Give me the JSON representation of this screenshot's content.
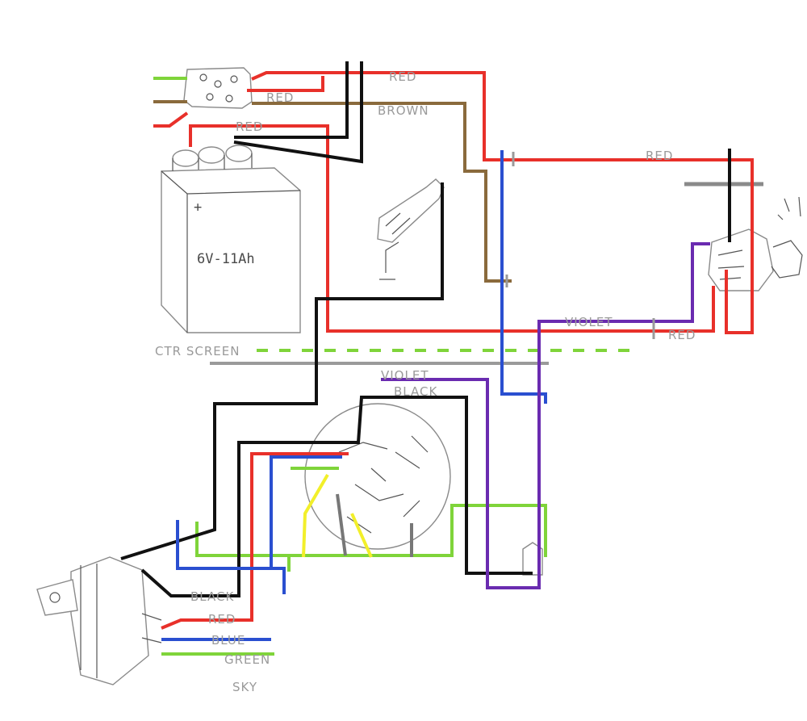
{
  "colors": {
    "red": "#e8302a",
    "black": "#111111",
    "brown": "#8a6a3c",
    "blue": "#2a4fd0",
    "violet": "#6a2bb0",
    "green": "#7fd43a",
    "yellow": "#f2ef2a",
    "gray": "#9a9a9a"
  },
  "battery": {
    "label": "6V-11Ah"
  },
  "labels": {
    "red_top": "RED",
    "red_mid": "RED",
    "brown": "BROWN",
    "red_left": "RED",
    "red_right": "RED",
    "violet_upper": "VIOLET",
    "red_lower_right": "RED",
    "ctr_screen": "CTR SCREEN",
    "violet_lower": "VIOLET",
    "black_lower": "BLACK",
    "black_bottom": "BLACK",
    "red_bottom": "RED",
    "blue_bottom": "BLUE",
    "green_bottom": "GREEN",
    "sky_bottom": "SKY"
  }
}
